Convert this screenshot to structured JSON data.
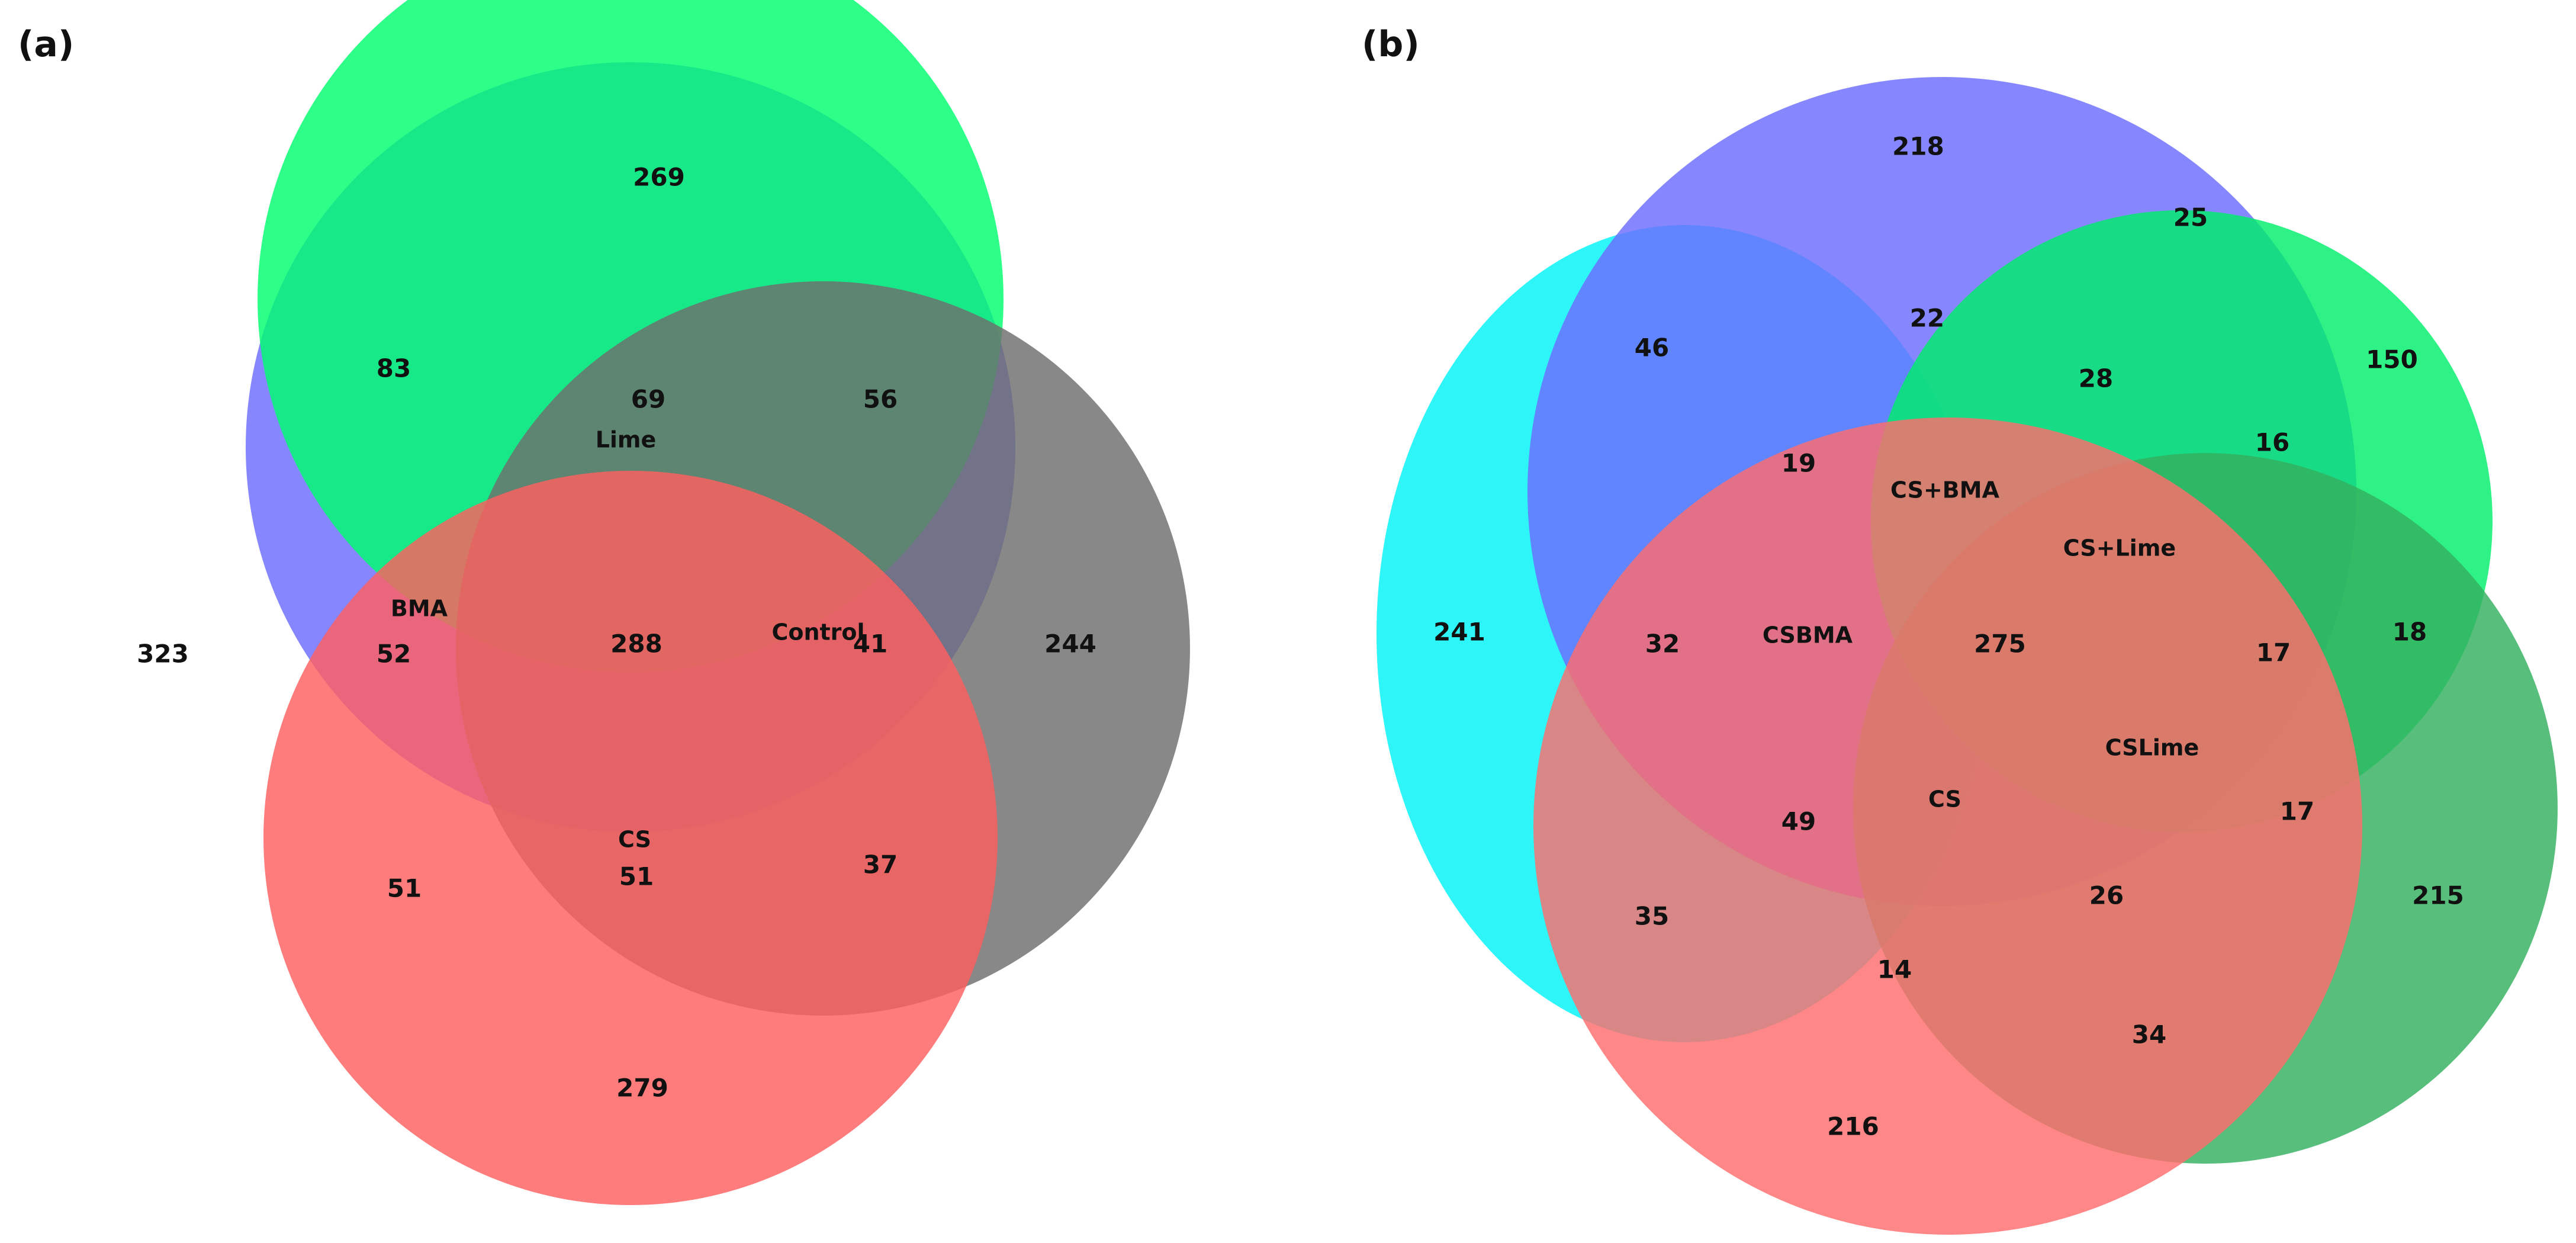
{
  "panels": [
    {
      "label": "(a)",
      "sets": [
        {
          "label": "Lime",
          "color": "#00ff6e"
        },
        {
          "label": "BMA",
          "color": "#6b6bff"
        },
        {
          "label": "Control",
          "color": "#6e6e6e"
        },
        {
          "label": "CS",
          "color": "#ff5f5f"
        }
      ],
      "regions": [
        "269",
        "83",
        "69",
        "56",
        "323",
        "52",
        "288",
        "41",
        "244",
        "51",
        "51",
        "37",
        "279"
      ]
    },
    {
      "label": "(b)",
      "sets": [
        {
          "label": "CSBMA",
          "color": "#00f4f6"
        },
        {
          "label": "CS+BMA",
          "color": "#6b6bff"
        },
        {
          "label": "CS+Lime",
          "color": "#00ef6a"
        },
        {
          "label": "CSLime",
          "color": "#33b05f"
        },
        {
          "label": "CS",
          "color": "#ff6d6d"
        }
      ],
      "regions": [
        "218",
        "25",
        "22",
        "46",
        "150",
        "28",
        "16",
        "19",
        "241",
        "32",
        "275",
        "17",
        "18",
        "49",
        "17",
        "35",
        "26",
        "215",
        "14",
        "34",
        "216"
      ]
    }
  ]
}
